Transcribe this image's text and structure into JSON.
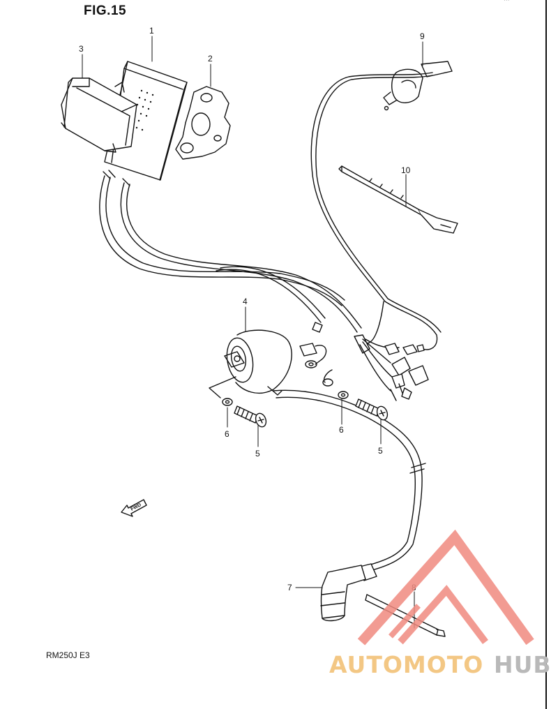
{
  "title": "FIG.15",
  "model": "RM250J  E3",
  "corner_mark": "···",
  "fwd_label": "FWD",
  "callouts": {
    "c1": "1",
    "c2": "2",
    "c3": "3",
    "c4": "4",
    "c5a": "5",
    "c5b": "5",
    "c6a": "6",
    "c6b": "6",
    "c7": "7",
    "c8": "8",
    "c9": "9",
    "c10": "10"
  },
  "watermark": {
    "part1": "AUTOMOTO",
    "part2": "HUB",
    "color_primary": "#f3c784",
    "color_secondary": "#b9b9b9",
    "logo_color": "#f08a80"
  },
  "colors": {
    "line": "#111111",
    "background": "#ffffff"
  }
}
